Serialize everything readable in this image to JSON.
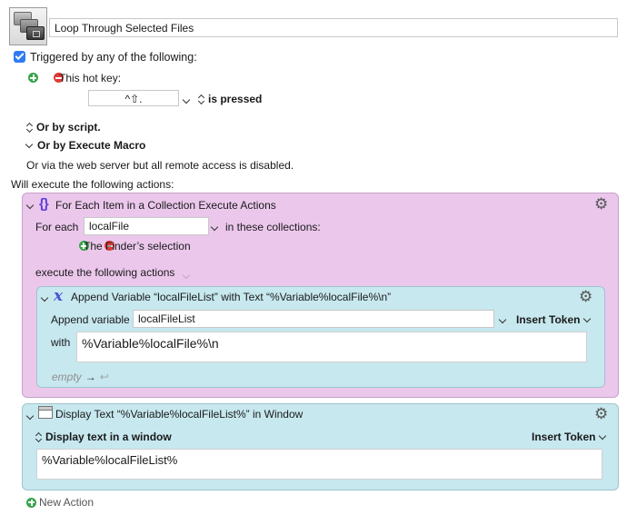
{
  "macro": {
    "name": "Loop Through Selected Files"
  },
  "trigger": {
    "triggered_by": "Triggered by any of the following:",
    "hotkey_label": "This hot key:",
    "hotkey_value": "^⇧.",
    "hotkey_mode": "is pressed",
    "or_by_script": "Or by script.",
    "or_by_execute_macro": "Or by Execute Macro",
    "web_server": "Or via the web server but all remote access is disabled."
  },
  "actions_header": "Will execute the following actions:",
  "for_each": {
    "title": "For Each Item in a Collection Execute Actions",
    "for_each_label": "For each",
    "variable": "localFile",
    "in_collections": "in these collections:",
    "collection": "The Finder’s selection",
    "execute_label": "execute the following actions",
    "append": {
      "title": "Append Variable “localFileList” with Text “%Variable%localFile%\\n”",
      "append_label": "Append variable",
      "variable": "localFileList",
      "insert_token": "Insert Token",
      "with_label": "with",
      "text": "%Variable%localFile%\\n"
    },
    "empty_label": "empty"
  },
  "display": {
    "title": "Display Text “%Variable%localFileList%” in Window",
    "mode": "Display text in a window",
    "insert_token": "Insert Token",
    "text": "%Variable%localFileList%"
  },
  "new_action": "New Action"
}
